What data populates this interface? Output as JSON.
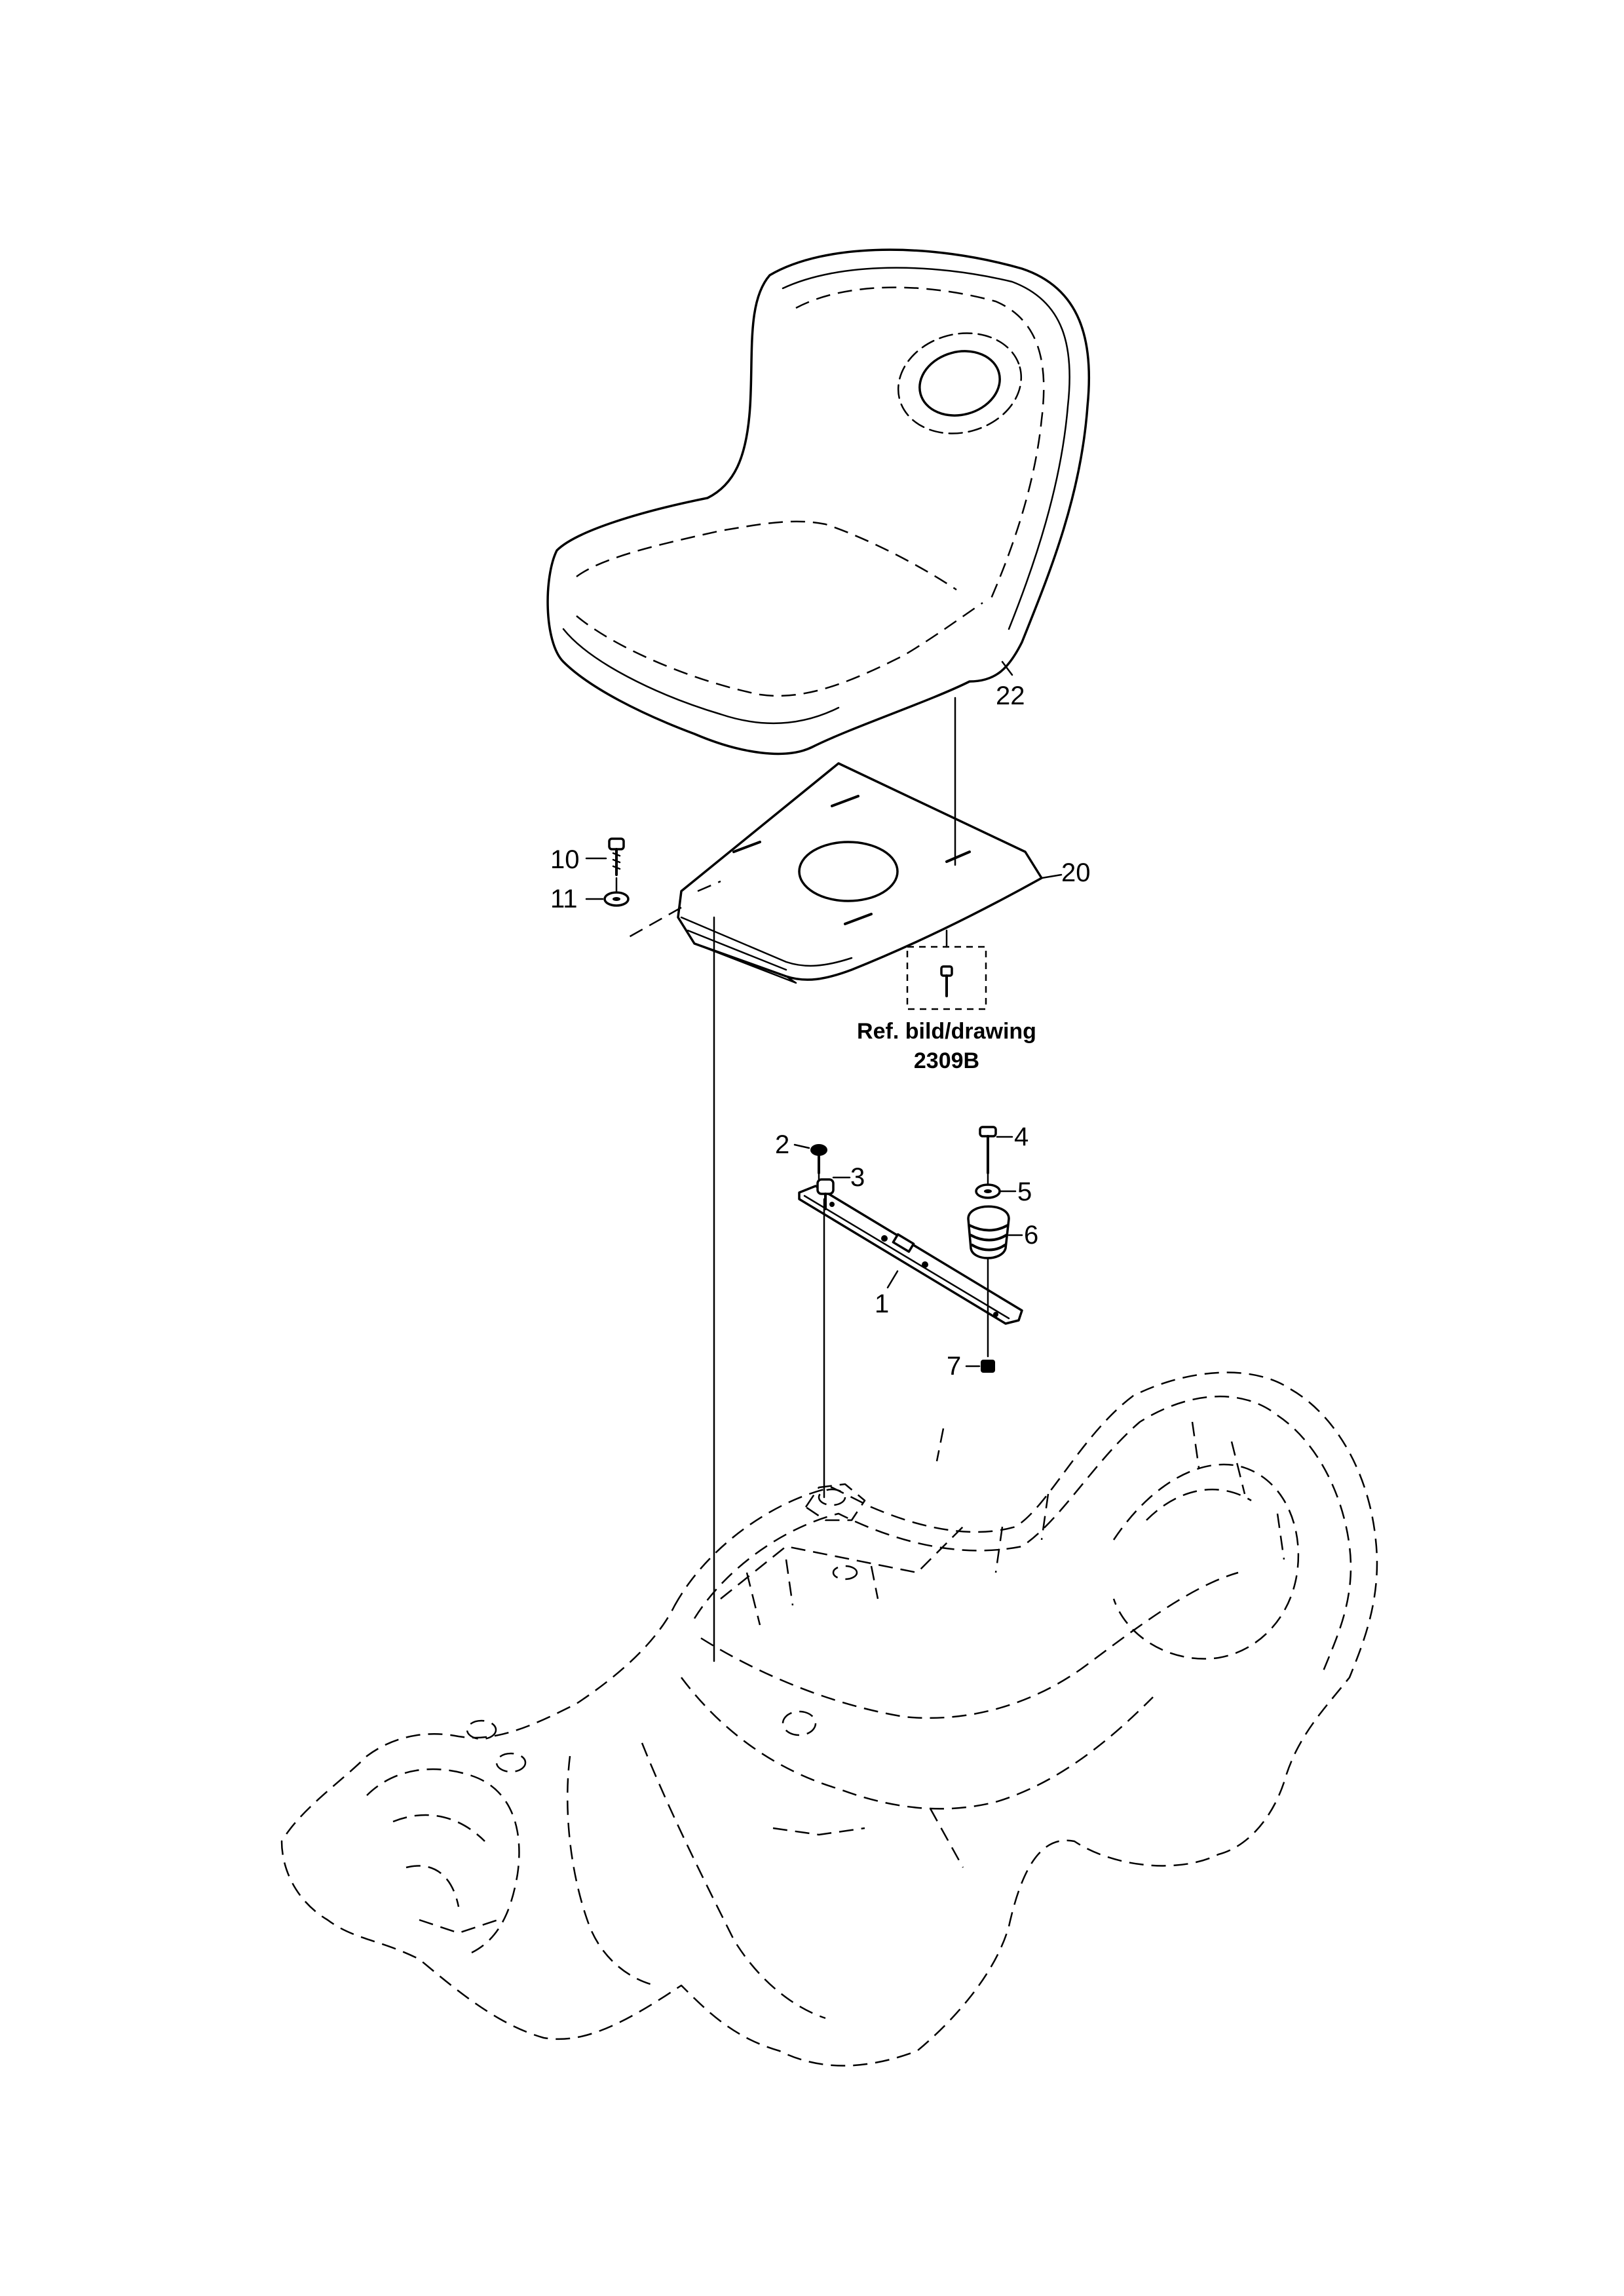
{
  "callouts": {
    "p1": "1",
    "p2": "2",
    "p3": "3",
    "p4": "4",
    "p5": "5",
    "p6": "6",
    "p7": "7",
    "p10": "10",
    "p11": "11",
    "p20": "20",
    "p22": "22"
  },
  "reference": {
    "line1": "Ref. bild/drawing",
    "line2": "2309B"
  }
}
